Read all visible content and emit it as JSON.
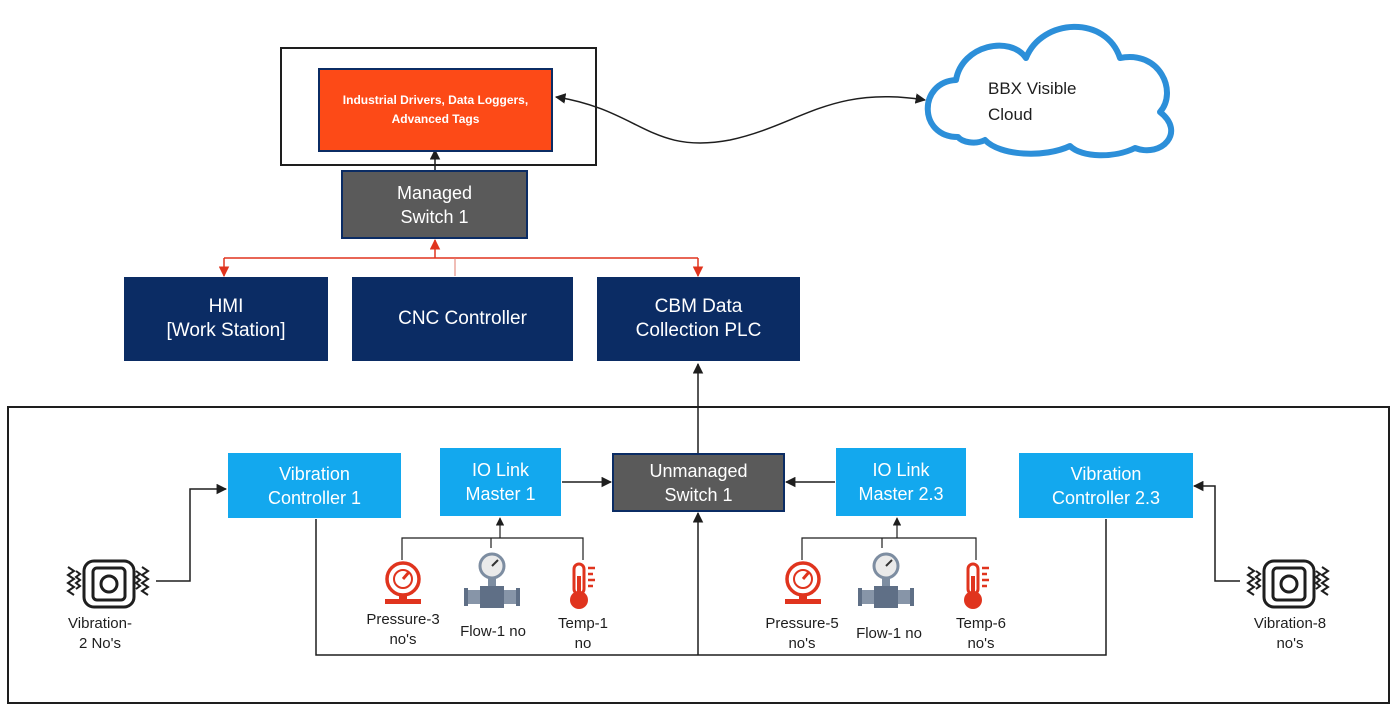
{
  "gateway": {
    "label": "Industrial Drivers, Data Loggers,\nAdvanced Tags"
  },
  "cloud": {
    "label": "BBX Visible\nCloud"
  },
  "managed_switch": {
    "label": "Managed\nSwitch 1"
  },
  "hmi": {
    "label": "HMI\n[Work Station]"
  },
  "cnc": {
    "label": "CNC Controller"
  },
  "cbm": {
    "label": "CBM Data\nCollection PLC"
  },
  "vib_ctrl_1": {
    "label": "Vibration\nController 1"
  },
  "io_master_1": {
    "label": "IO Link\nMaster 1"
  },
  "unmanaged_switch": {
    "label": "Unmanaged\nSwitch 1"
  },
  "io_master_2": {
    "label": "IO Link\nMaster 2.3"
  },
  "vib_ctrl_2": {
    "label": "Vibration\nController 2.3"
  },
  "sensors": {
    "vibration_left": "Vibration-\n2 No's",
    "pressure_left": "Pressure-3\nno's",
    "flow_left": "Flow-1 no",
    "temp_left": "Temp-1\nno",
    "pressure_right": "Pressure-5\nno's",
    "flow_right": "Flow-1 no",
    "temp_right": "Temp-6\nno's",
    "vibration_right": "Vibration-8\nno's"
  },
  "colors": {
    "navy": "#0b2c64",
    "cyan": "#13a8ee",
    "gray": "#5a5a5a",
    "orange": "#fd4a17",
    "cloud_outline": "#2c8fd9",
    "red_link": "#e0341e",
    "sensor_red": "#e0341e"
  },
  "icons": [
    "vibration-sensor-icon",
    "pressure-gauge-icon",
    "flow-meter-icon",
    "thermometer-icon",
    "cloud-icon"
  ]
}
